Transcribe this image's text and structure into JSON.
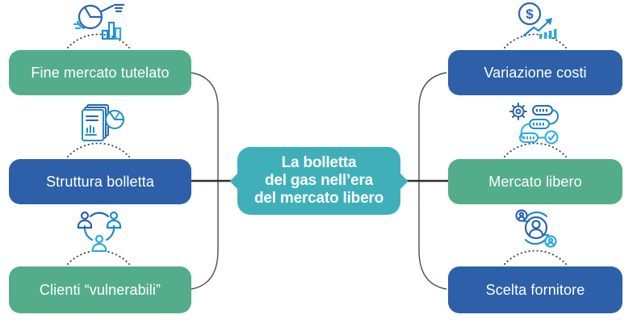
{
  "diagram": {
    "center_node": {
      "label": "La bolletta\ndel gas nell’era\ndel mercato libero",
      "color": "#3fb0ba"
    },
    "left_nodes": [
      {
        "label": "Fine mercato tutelato",
        "color": "#54ad8a",
        "icon": "pie-bar-chart-icon"
      },
      {
        "label": "Struttura bolletta",
        "color": "#2d60a8",
        "icon": "documents-chart-icon"
      },
      {
        "label": "Clienti “vulnerabili”",
        "color": "#54ad8a",
        "icon": "people-network-icon"
      }
    ],
    "right_nodes": [
      {
        "label": "Variazione costi",
        "color": "#2d60a8",
        "icon": "dollar-growth-icon"
      },
      {
        "label": "Mercato libero",
        "color": "#54ad8a",
        "icon": "process-flow-icon"
      },
      {
        "label": "Scelta fornitore",
        "color": "#2d60a8",
        "icon": "people-switch-icon"
      }
    ],
    "style": {
      "node_green": "#54ad8a",
      "node_blue": "#2d60a8",
      "center_teal": "#3fb0ba",
      "icon_blue_dark": "#2a65b0",
      "icon_blue_mid": "#1f8ccb",
      "icon_blue_light": "#29aae1",
      "brace_color": "#4e4e4e",
      "connector_color": "#2d2d2d",
      "dotted_arc_color": "#3f3f3f"
    }
  }
}
